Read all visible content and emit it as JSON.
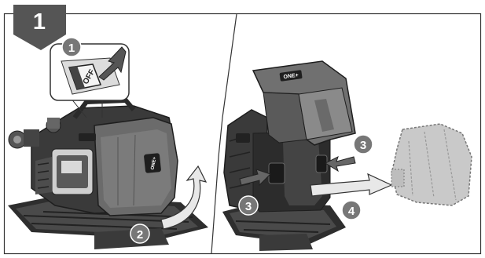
{
  "step": {
    "number": "1"
  },
  "switch": {
    "label": "OFF"
  },
  "brand_mark": {
    "text": "ONE+"
  },
  "callouts": [
    "1",
    "2",
    "3",
    "3",
    "4"
  ],
  "colors": {
    "step_badge": "#555555",
    "callout_fill": "#777777",
    "tool_dark": "#2c2c2c",
    "tool_mid": "#6b6b6b",
    "battery_ghost": "#c9c9c9",
    "arrow_light": "#e8e8e8"
  }
}
